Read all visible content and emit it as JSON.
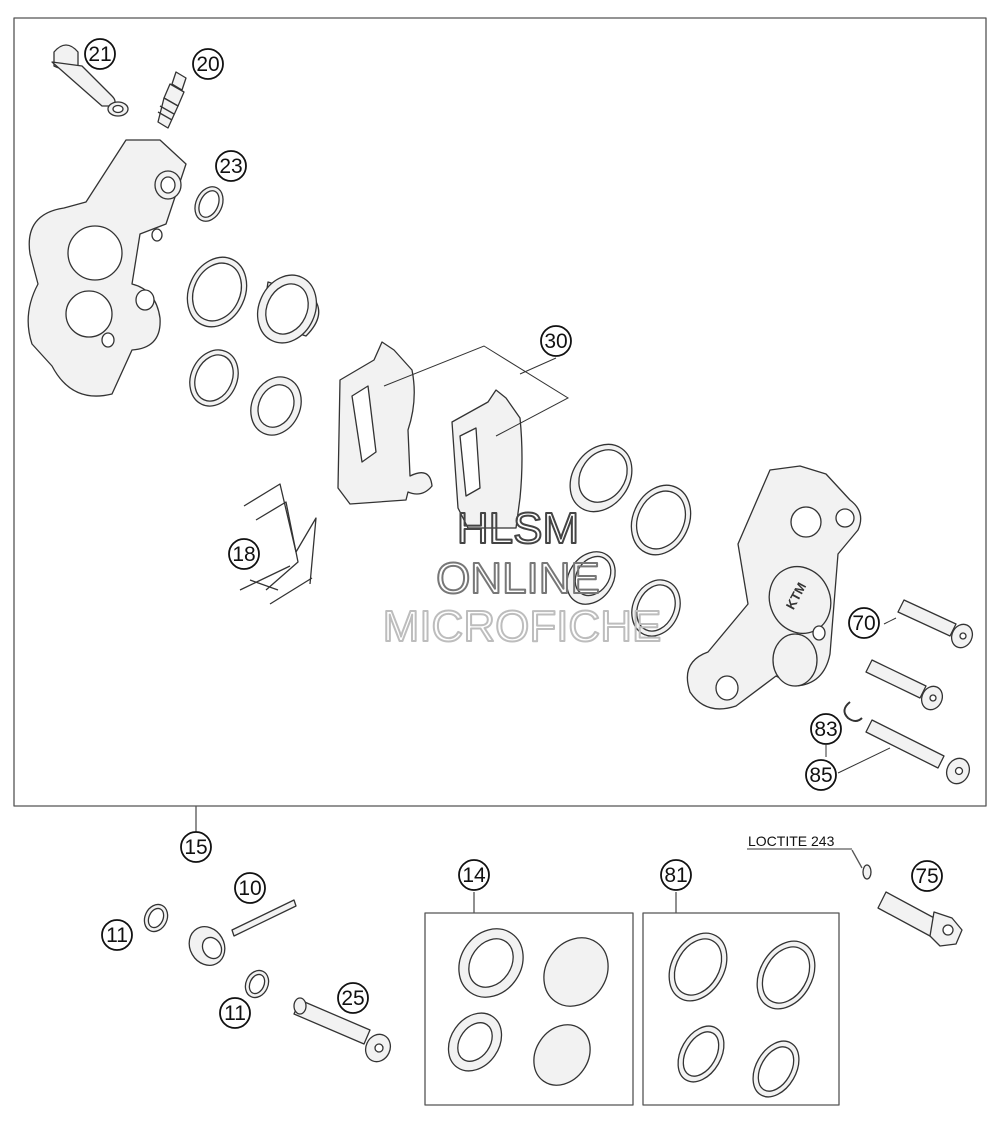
{
  "callouts": {
    "c21": "21",
    "c20": "20",
    "c23": "23",
    "c30": "30",
    "c18": "18",
    "c70": "70",
    "c83": "83",
    "c85": "85",
    "c15": "15",
    "c10": "10",
    "c11a": "11",
    "c11b": "11",
    "c25": "25",
    "c14": "14",
    "c81": "81",
    "c75": "75"
  },
  "note": {
    "loctite": "LOCTITE 243"
  },
  "watermark": {
    "line1": "HLSM",
    "line2": "ONLINE",
    "line3": "MICROFICHE"
  },
  "caliper_logo": "KTM",
  "colors": {
    "part_fill": "#f2f2f2",
    "stroke": "#333333",
    "frame": "#555555",
    "watermark": "#bdbdbd"
  }
}
